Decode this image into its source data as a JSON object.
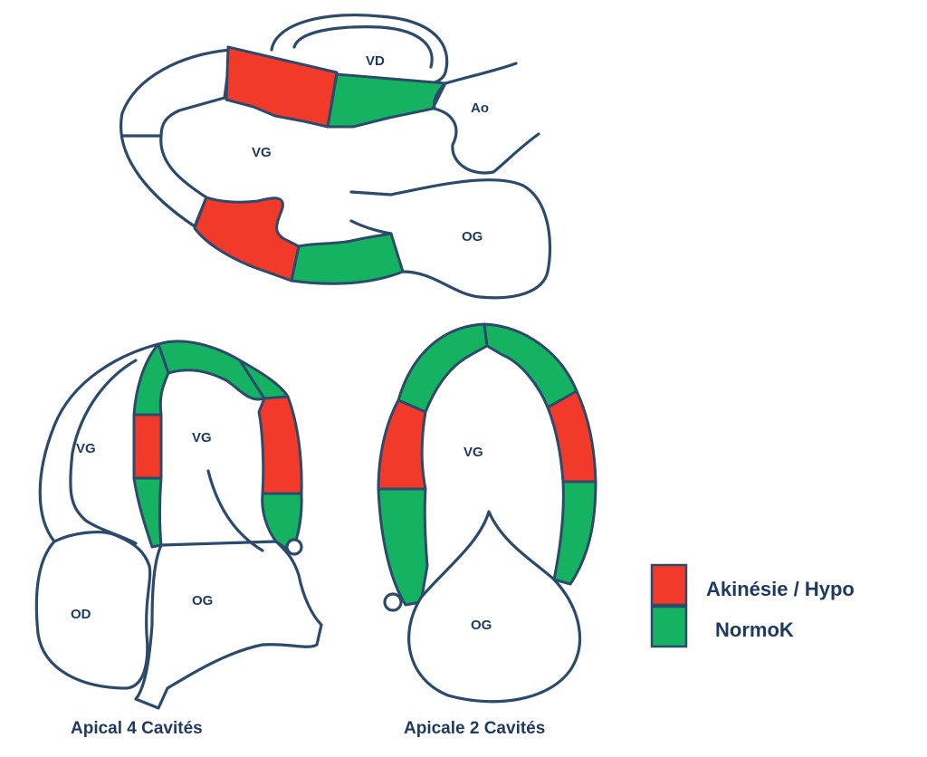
{
  "colors": {
    "akinesia": "#f23a2b",
    "normal": "#14b261",
    "outline": "#2c4a6b",
    "text": "#1f3a5f"
  },
  "top_view": {
    "labels": {
      "rv": "VD",
      "lv": "VG",
      "aorta": "Ao",
      "la": "OG"
    }
  },
  "apical4": {
    "caption": "Apical 4 Cavités",
    "labels": {
      "rv": "VG",
      "lv": "VG",
      "ra": "OD",
      "la": "OG"
    }
  },
  "apical2": {
    "caption": "Apicale 2 Cavités",
    "labels": {
      "lv": "VG",
      "la": "OG"
    }
  },
  "legend": {
    "items": [
      {
        "label": "Akinésie / Hypo",
        "color": "#f23a2b"
      },
      {
        "label": "NormoK",
        "color": "#14b261"
      }
    ]
  }
}
